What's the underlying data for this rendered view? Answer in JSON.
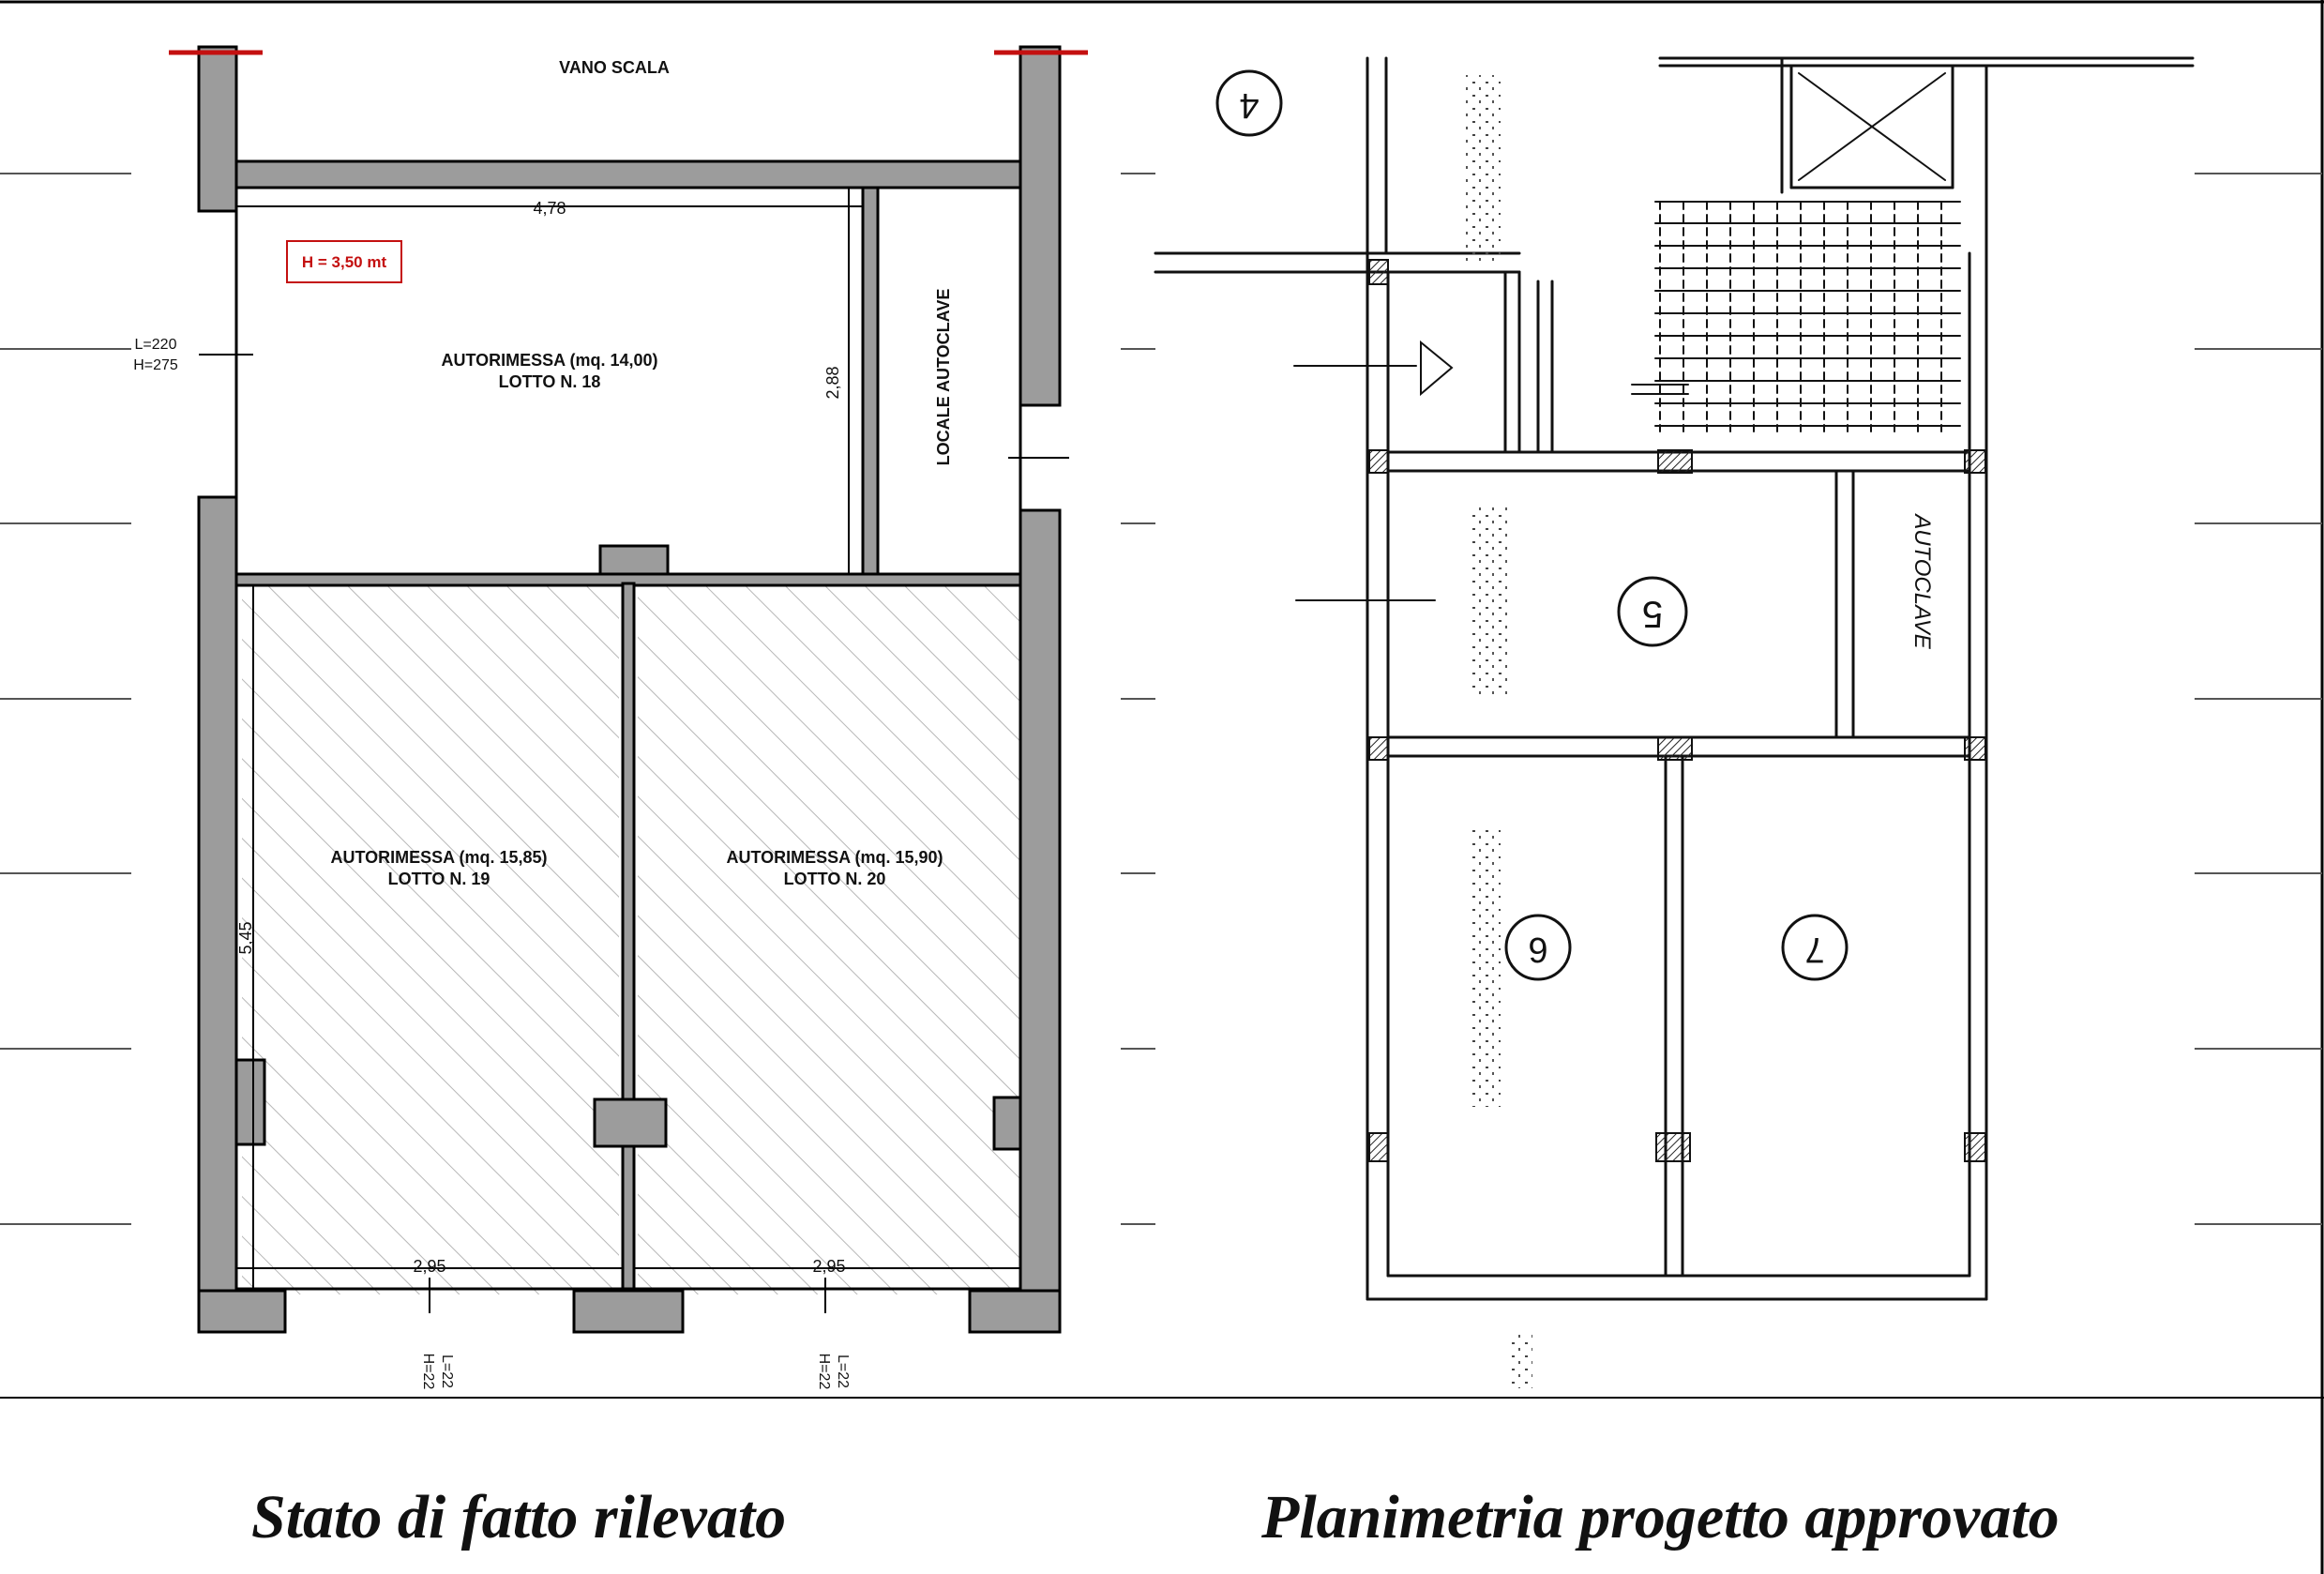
{
  "left_plan": {
    "stair_label": "VANO SCALA",
    "height_tag": "H = 3,50 mt",
    "dim_width_top": "4,78",
    "dim_depth_top": "2,88",
    "dim_depth_bottom": "5,45",
    "dim_width_left": "2,95",
    "dim_width_right": "2,95",
    "opening_side_l": "L=220",
    "opening_side_h": "H=275",
    "autoclave_label": "LOCALE AUTOCLAVE",
    "garage18_title": "AUTORIMESSA (mq. 14,00)",
    "garage18_lot": "LOTTO N. 18",
    "garage19_title": "AUTORIMESSA (mq. 15,85)",
    "garage19_lot": "LOTTO N. 19",
    "garage20_title": "AUTORIMESSA (mq. 15,90)",
    "garage20_lot": "LOTTO N. 20",
    "door_left_l": "L=22",
    "door_left_h": "H=22",
    "door_right_l": "L=22",
    "door_right_h": "H=22"
  },
  "right_plan": {
    "room_4": "4",
    "room_5": "5",
    "room_6": "6",
    "room_7": "7",
    "autoclave_label": "AUTOCLAVE"
  },
  "captions": {
    "left": "Stato di fatto rilevato",
    "right": "Planimetria progetto approvato"
  }
}
